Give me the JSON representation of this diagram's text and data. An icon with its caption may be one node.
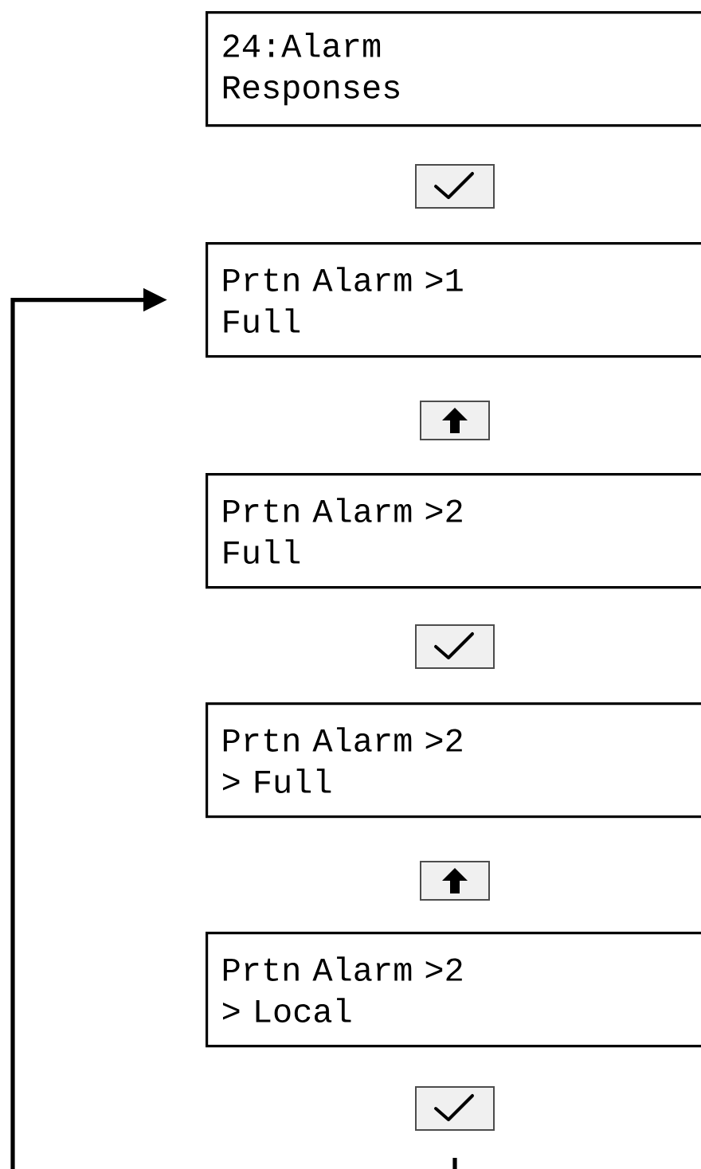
{
  "diagram": {
    "nodes": [
      {
        "text": [
          "24:Alarm",
          "Responses"
        ]
      },
      {
        "text": [],
        "shape": "checkmark"
      },
      {
        "text": [
          "Prtn Alarm >1",
          "Full"
        ]
      },
      {
        "text": [],
        "shape": "arrow"
      },
      {
        "text": [
          "Prtn Alarm >2",
          "Full"
        ]
      },
      {
        "text": [],
        "shape": "checkmark"
      },
      {
        "text": [
          "Prtn Alarm >2",
          "> Full"
        ]
      },
      {
        "text": [],
        "shape": "arrow"
      },
      {
        "text": [
          "Prtn Alarm >2",
          "> Local"
        ]
      },
      {
        "text": [],
        "shape": "checkmark"
      }
    ],
    "edges": [
      {
        "from": 9,
        "to": 2,
        "arrow": "to"
      }
    ]
  }
}
